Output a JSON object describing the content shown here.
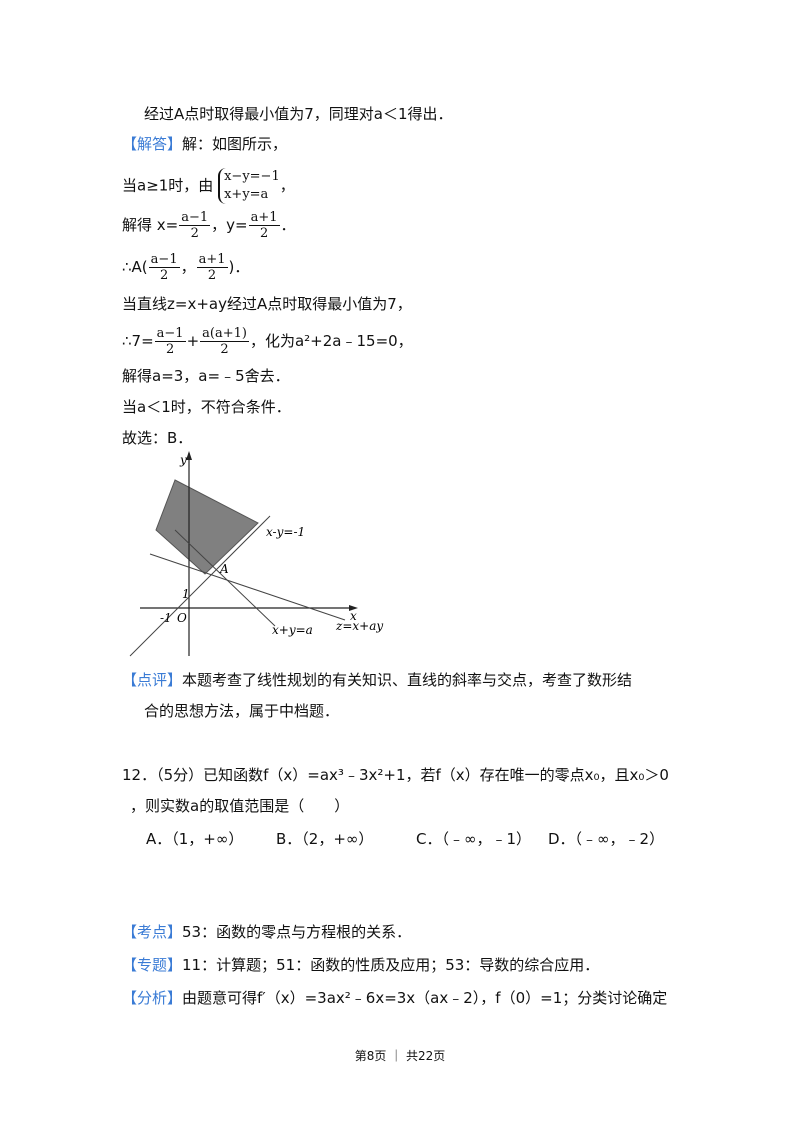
{
  "line1": "经过A点时取得最小值为7，同理对a＜1得出．",
  "answer_tag": "【解答】",
  "answer_intro": "解：如图所示，",
  "case1_prefix": "当a≥1时，由",
  "sys_eq1": "x−y=−1",
  "sys_eq2": "x+y=a",
  "comma": "，",
  "solve_prefix": "解得",
  "x_lhs": "x=",
  "x_num": "a−1",
  "x_den": "2",
  "y_sep": "，y=",
  "y_num": "a+1",
  "y_den": "2",
  "period": "．",
  "point_prefix": "∴A(",
  "a_num1": "a−1",
  "a_den1": "2",
  "a_sep": "，",
  "a_num2": "a+1",
  "a_den2": "2",
  "point_suffix": ")．",
  "line_min": "当直线z=x+ay经过A点时取得最小值为7，",
  "eq7_prefix": "∴7=",
  "eq7_num1": "a−1",
  "eq7_den1": "2",
  "eq7_plus": "+",
  "eq7_num2": "a(a+1)",
  "eq7_den2": "2",
  "eq7_suffix": "，化为a²+2a﹣15=0，",
  "solve_a": "解得a=3，a=﹣5舍去．",
  "case2": "当a＜1时，不符合条件．",
  "choice": "故选：B．",
  "graph": {
    "label_y": "y",
    "label_x": "x",
    "label_o": "O",
    "label_neg1": "-1",
    "label_1": "1",
    "label_a": "A",
    "label_l1": "x-y=-1",
    "label_l2": "x+y=a",
    "label_l3": "z=x+ay"
  },
  "comment_tag": "【点评】",
  "comment_text1": "本题考查了线性规划的有关知识、直线的斜率与交点，考查了数形结",
  "comment_text2": "合的思想方法，属于中档题．",
  "q12_line1": "12．（5分）已知函数f（x）=ax³﹣3x²+1，若f（x）存在唯一的零点x₀，且x₀＞0",
  "q12_line2": "，则实数a的取值范围是（　　）",
  "options": [
    "A．（1，+∞）",
    "B．（2，+∞）",
    "C．（﹣∞，﹣1）",
    "D．（﹣∞，﹣2）"
  ],
  "kaodian_tag": "【考点】",
  "kaodian_text": "53：函数的零点与方程根的关系．",
  "zhuanti_tag": "【专题】",
  "zhuanti_text": "11：计算题；51：函数的性质及应用；53：导数的综合应用．",
  "fenxi_tag": "【分析】",
  "fenxi_text": "由题意可得f′（x）=3ax²﹣6x=3x（ax﹣2），f（0）=1；分类讨论确定",
  "footer": "第8页 ｜ 共22页"
}
